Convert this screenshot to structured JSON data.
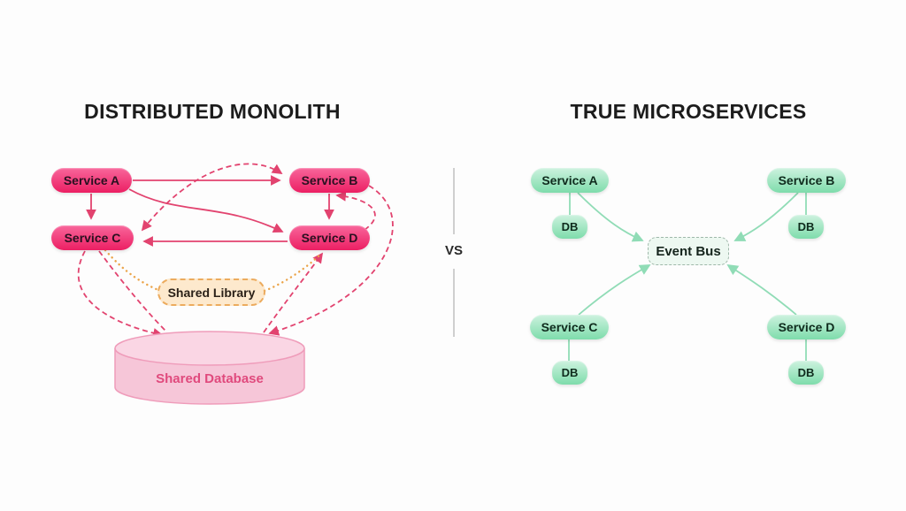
{
  "left_panel": {
    "title": "DISTRIBUTED MONOLITH",
    "services": [
      {
        "label": "Service A"
      },
      {
        "label": "Service B"
      },
      {
        "label": "Service C"
      },
      {
        "label": "Service D"
      }
    ],
    "shared_library": {
      "label": "Shared Library"
    },
    "shared_database": {
      "label": "Shared Database"
    },
    "colors": {
      "node_top": "#f8669b",
      "node_bottom": "#ec1f63",
      "arrow": "#e2436f",
      "connector_orange": "#eba449",
      "library_bg": "#fde9cd",
      "library_border": "#ecab5e",
      "database_fill": "#f6c6d8",
      "database_top_fill": "#fad6e4",
      "database_stroke": "#ef9cba",
      "database_label_color": "#e04a7d"
    }
  },
  "divider": {
    "label": "VS"
  },
  "right_panel": {
    "title": "TRUE MICROSERVICES",
    "services": [
      {
        "label": "Service A"
      },
      {
        "label": "Service B"
      },
      {
        "label": "Service C"
      },
      {
        "label": "Service D"
      }
    ],
    "databases": [
      {
        "label": "DB"
      },
      {
        "label": "DB"
      },
      {
        "label": "DB"
      },
      {
        "label": "DB"
      }
    ],
    "event_bus": {
      "label": "Event Bus"
    },
    "colors": {
      "node_top": "#cdf2df",
      "node_bottom": "#7edcab",
      "arrow": "#90dcb6",
      "event_bus_bg": "#edf8f1",
      "event_bus_border": "#9fb8aa"
    }
  }
}
